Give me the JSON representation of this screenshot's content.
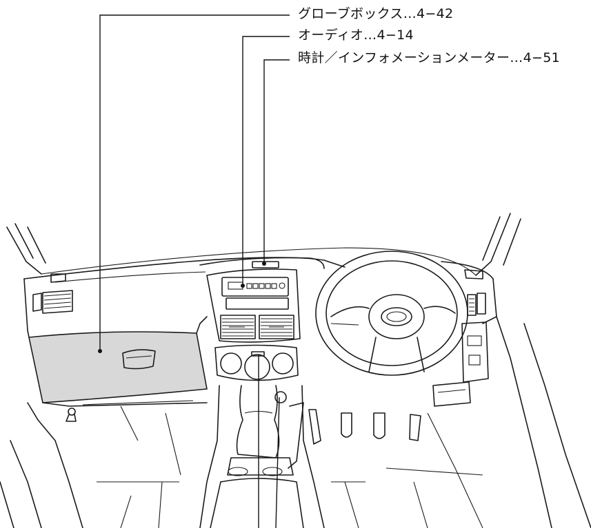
{
  "callouts": [
    {
      "id": "glovebox",
      "text": "グローブボックス…4−42"
    },
    {
      "id": "audio",
      "text": "オーディオ…4−14"
    },
    {
      "id": "clock",
      "text": "時計／インフォメーションメーター…4−51"
    }
  ],
  "colors": {
    "line": "#1a1a1a",
    "glovebox_highlight": "#d8d8d8",
    "background": "#ffffff"
  }
}
